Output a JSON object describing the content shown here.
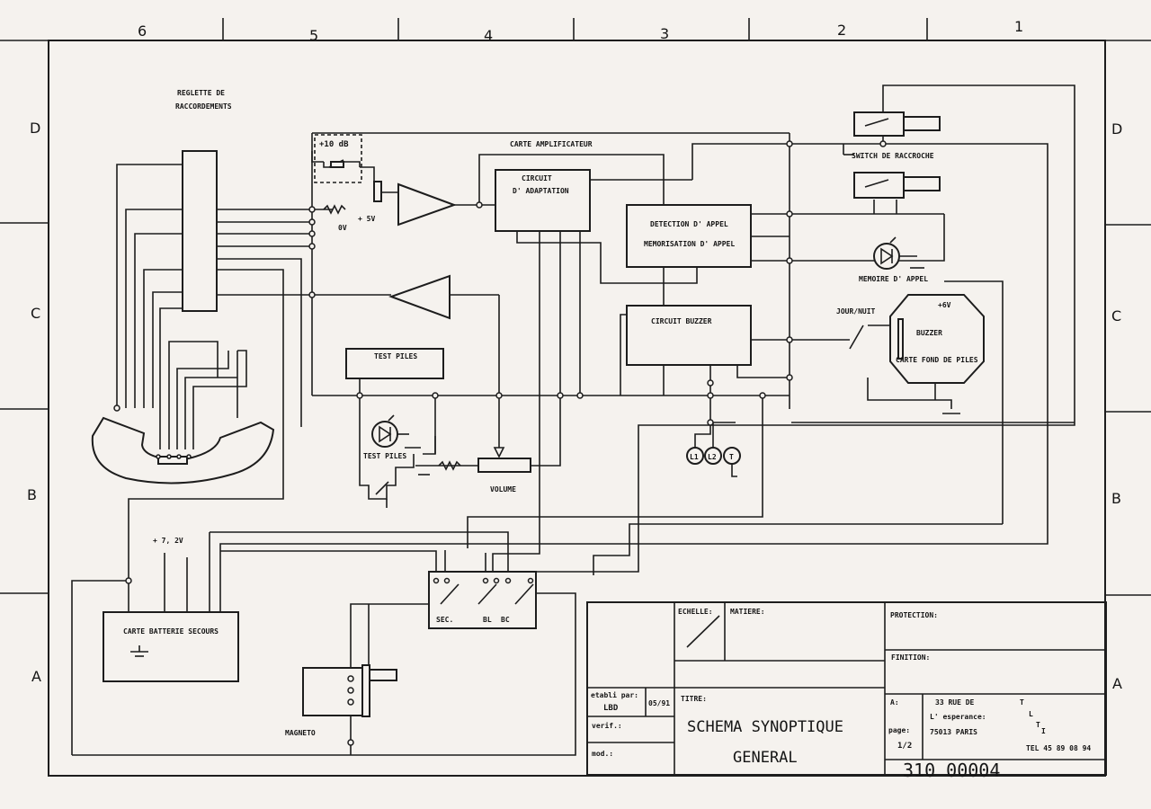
{
  "grid": {
    "columns": [
      "6",
      "5",
      "4",
      "3",
      "2",
      "1"
    ],
    "rows": [
      "D",
      "C",
      "B",
      "A"
    ]
  },
  "labels": {
    "reglette": [
      "REGLETTE DE",
      "RACCORDEMENTS"
    ],
    "gain": "+10 dB",
    "plus5": "+ 5V",
    "zero": "0V",
    "carte_ampli": "CARTE AMPLIFICATEUR",
    "circuit_adaptation": [
      "CIRCUIT",
      "D' ADAPTATION"
    ],
    "detection": "DETECTION D' APPEL",
    "memorisation": "MEMORISATION D' APPEL",
    "switch": "SWITCH DE RACCROCHE",
    "memoire": "MEMOIRE D' APPEL",
    "circuit_buzzer": "CIRCUIT BUZZER",
    "jour_nuit": "JOUR/NUIT",
    "plus6": "+6V",
    "buzzer": "BUZZER",
    "fond_piles": "CARTE FOND DE PILES",
    "test_piles_box": "TEST PILES",
    "test_piles": "TEST PILES",
    "volume": "VOLUME",
    "l1": "L1",
    "l2": "L2",
    "t": "T",
    "plus72": "+ 7, 2V",
    "batterie": "CARTE BATTERIE SECOURS",
    "sec": "SEC.",
    "bl": "BL",
    "bc": "BC",
    "magneto": "MAGNETO"
  },
  "title_block": {
    "echelle": "ECHELLE:",
    "matiere": "MATIERE:",
    "protection": "PROTECTION:",
    "finition": "FINITION:",
    "etabli_par": "etabli par:",
    "etabli_val": "LBD",
    "date": "05/91",
    "verif": "verif.:",
    "mod": "mod.:",
    "titre": "TITRE:",
    "title_line1": "SCHEMA SYNOPTIQUE",
    "title_line2": "GENERAL",
    "a_label": "A:",
    "addr1": "33 RUE DE",
    "addr2": "L' esperance:",
    "addr3": "75013 PARIS",
    "logo": [
      "T",
      "L",
      "T",
      "I"
    ],
    "tel": "TEL 45 89 08 94",
    "page_label": "page:",
    "page_val": "1/2",
    "drawing_number": "310 00004"
  }
}
